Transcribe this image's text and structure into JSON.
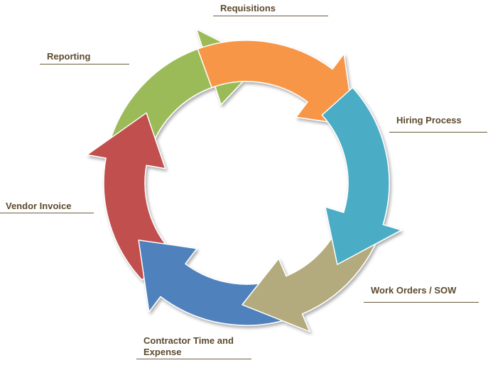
{
  "diagram": {
    "stages": [
      {
        "id": "requisitions",
        "label": "Requisitions",
        "color": "#f79646"
      },
      {
        "id": "hiring-process",
        "label": "Hiring Process",
        "color": "#4bacc6"
      },
      {
        "id": "work-orders-sow",
        "label": "Work Orders / SOW",
        "color": "#b3ab7d"
      },
      {
        "id": "contractor-time-expense",
        "label": "Contractor Time and Expense",
        "color": "#4f81bd"
      },
      {
        "id": "vendor-invoice",
        "label": "Vendor Invoice",
        "color": "#c0504d"
      },
      {
        "id": "reporting",
        "label": "Reporting",
        "color": "#9bbb59"
      }
    ]
  }
}
